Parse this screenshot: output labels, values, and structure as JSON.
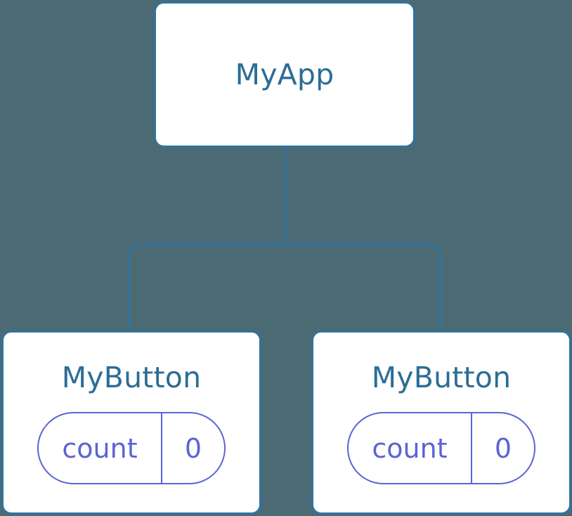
{
  "diagram": {
    "type": "component-tree",
    "background_color": "#4b6a74",
    "node_border_color": "#31739e",
    "node_fill_color": "#ffffff",
    "node_text_color": "#2b6d96",
    "state_accent_color": "#5b64d4",
    "connector_color": "#31739e"
  },
  "root": {
    "title": "MyApp"
  },
  "children": [
    {
      "title": "MyButton",
      "state": {
        "key": "count",
        "value": "0"
      }
    },
    {
      "title": "MyButton",
      "state": {
        "key": "count",
        "value": "0"
      }
    }
  ]
}
